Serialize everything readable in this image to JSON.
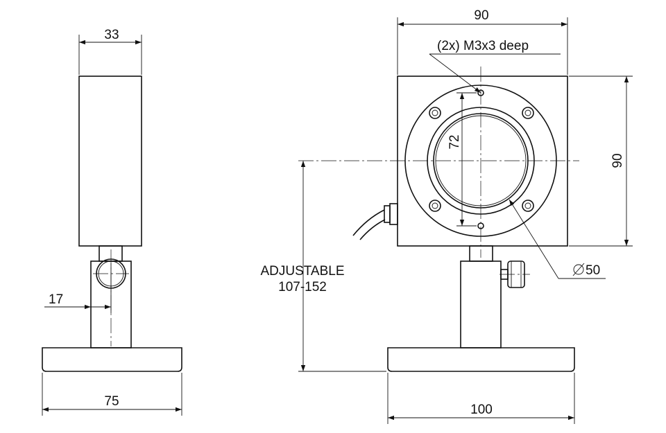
{
  "side_view": {
    "width_top": "33",
    "offset": "17",
    "base_width": "75"
  },
  "front_view": {
    "width": "90",
    "height": "90",
    "hole_note": "(2x) M3x3 deep",
    "hole_spacing": "72",
    "aperture": "50",
    "height_range_label": "ADJUSTABLE",
    "height_range_value": "107-152",
    "base_width": "100"
  }
}
